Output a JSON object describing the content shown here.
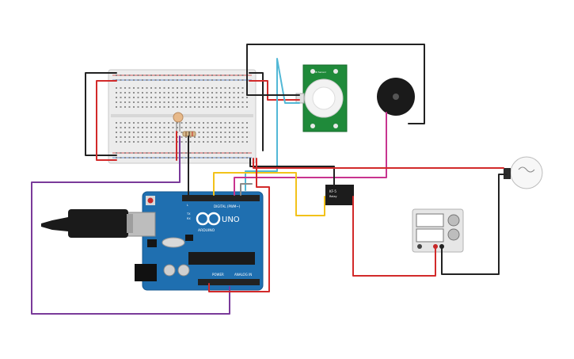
{
  "colors": {
    "wire_black": "#222222",
    "wire_red": "#d22a2a",
    "wire_purple": "#7a3a9a",
    "wire_magenta": "#c8348f",
    "wire_yellow": "#f2c21a",
    "wire_cyan": "#52b8d6",
    "wire_gray": "#8a8a8a",
    "board_blue": "#1f6fb0",
    "breadboard": "#ececec",
    "pir_green": "#1f8a3a",
    "relay_black": "#1c1c1c",
    "bulb_glass": "#f7f7f7"
  },
  "arduino": {
    "brand": "ARDUINO",
    "model": "UNO",
    "header_label": "DIGITAL (PWM~)",
    "power_label": "POWER",
    "analog_label": "ANALOG IN",
    "tx_label": "TX",
    "rx_label": "RX",
    "l_label": "L"
  },
  "relay": {
    "label_line1": "KF-5",
    "label_line2": "Relay"
  },
  "pir": {
    "label": "PIR Sensor"
  },
  "power_supply": {
    "display_top": "",
    "display_bottom": ""
  }
}
